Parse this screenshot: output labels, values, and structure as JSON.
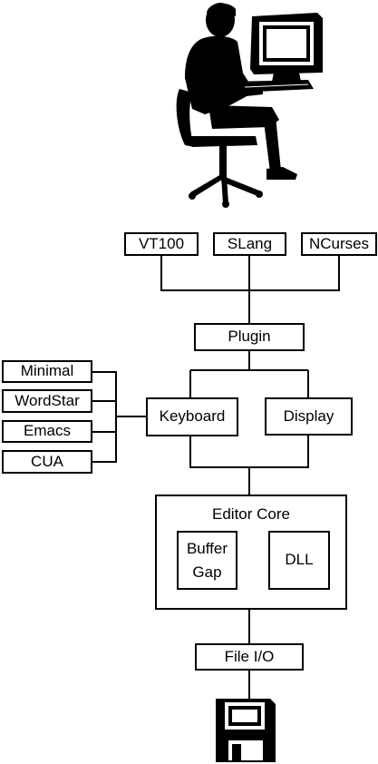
{
  "diagram": {
    "frontends": [
      "VT100",
      "SLang",
      "NCurses"
    ],
    "plugin_label": "Plugin",
    "keymaps": [
      "Minimal",
      "WordStar",
      "Emacs",
      "CUA"
    ],
    "keyboard_label": "Keyboard",
    "display_label": "Display",
    "core": {
      "title": "Editor Core",
      "buffer_line1": "Buffer",
      "buffer_line2": "Gap",
      "dll_label": "DLL"
    },
    "fileio_label": "File I/O"
  },
  "icons": {
    "user": "user-at-computer-icon",
    "storage": "floppy-disk-icon"
  },
  "colors": {
    "ink": "#000000",
    "paper": "#ffffff"
  }
}
